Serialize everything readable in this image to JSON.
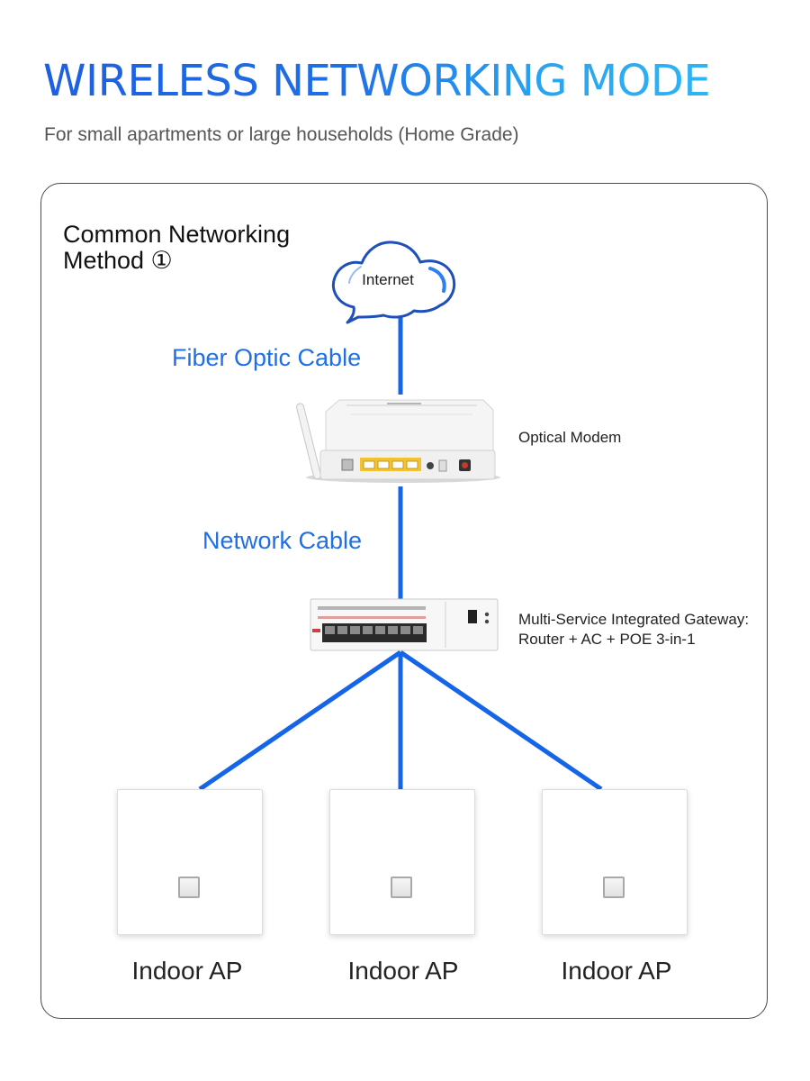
{
  "header": {
    "title": "WIRELESS NETWORKING MODE",
    "subtitle": "For small apartments or large households (Home Grade)"
  },
  "diagram": {
    "method_title_line1": "Common Networking",
    "method_title_line2": "Method ①",
    "internet_label": "Internet",
    "fiber_label": "Fiber Optic Cable",
    "network_label": "Network Cable",
    "modem_label": "Optical Modem",
    "gateway_label_line1": "Multi-Service Integrated Gateway:",
    "gateway_label_line2": "Router + AC + POE 3-in-1",
    "aps": [
      {
        "label": "Indoor AP"
      },
      {
        "label": "Indoor AP"
      },
      {
        "label": "Indoor AP"
      }
    ]
  },
  "colors": {
    "accent_blue": "#1f6fe6",
    "line_blue": "#1565e8",
    "port_yellow": "#f2c233"
  },
  "icons": [
    "cloud-icon",
    "optical-modem-icon",
    "gateway-switch-icon",
    "indoor-ap-icon"
  ]
}
